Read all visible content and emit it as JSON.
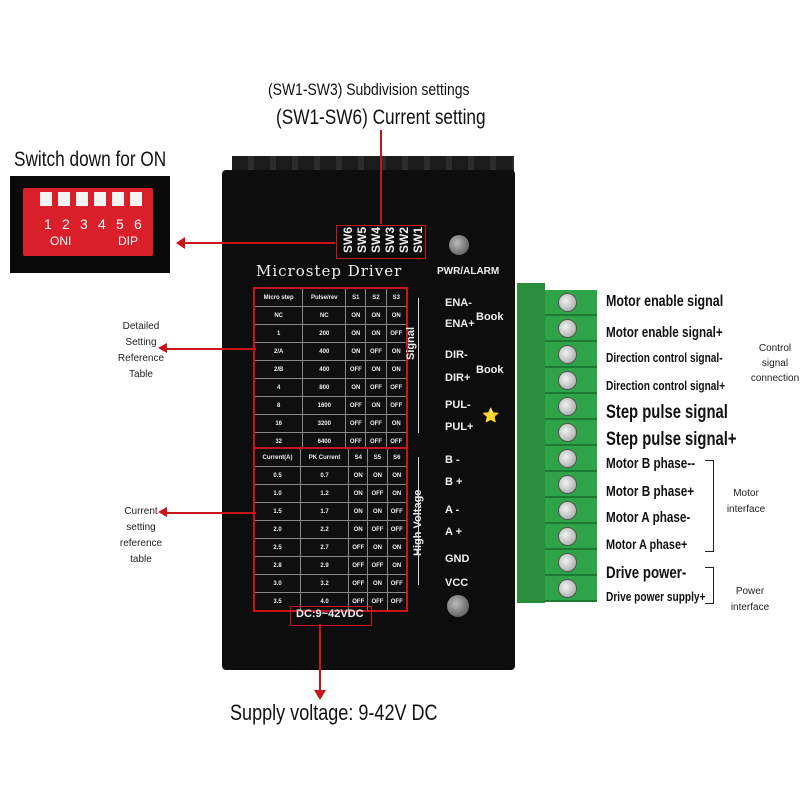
{
  "captions": {
    "subdivision": "(SW1-SW3) Subdivision settings",
    "current_setting": "(SW1-SW6) Current setting",
    "switch_down": "Switch down for ON",
    "supply_voltage": "Supply voltage: 9-42V DC"
  },
  "left_notes": {
    "detailed": [
      "Detailed",
      "Setting",
      "Reference",
      "Table"
    ],
    "current": [
      "Current",
      "setting",
      "reference",
      "table"
    ]
  },
  "dip_switch": {
    "numbers": [
      "1",
      "2",
      "3",
      "4",
      "5",
      "6"
    ],
    "on_label": "ONI",
    "dip_label": "DIP"
  },
  "device": {
    "title": "Microstep Driver",
    "pwr_alarm": "PWR/ALARM",
    "sw_labels": [
      "SW6",
      "SW5",
      "SW4",
      "SW3",
      "SW2",
      "SW1"
    ],
    "dc_label": "DC:9~42VDC",
    "signal_label": "Signal",
    "high_voltage_label": "High Voltage",
    "book1": "Book",
    "book2": "Book",
    "pin_labels": [
      "ENA-",
      "ENA+",
      "DIR-",
      "DIR+",
      "PUL-",
      "PUL+",
      "B -",
      "B +",
      "A -",
      "A +",
      "GND",
      "VCC"
    ],
    "micro_table": {
      "header": [
        "Micro step",
        "Pulse/rev",
        "S1",
        "S2",
        "S3"
      ],
      "rows": [
        [
          "NC",
          "NC",
          "ON",
          "ON",
          "ON"
        ],
        [
          "1",
          "200",
          "ON",
          "ON",
          "OFF"
        ],
        [
          "2/A",
          "400",
          "ON",
          "OFF",
          "ON"
        ],
        [
          "2/B",
          "400",
          "OFF",
          "ON",
          "ON"
        ],
        [
          "4",
          "800",
          "ON",
          "OFF",
          "OFF"
        ],
        [
          "8",
          "1600",
          "OFF",
          "ON",
          "OFF"
        ],
        [
          "16",
          "3200",
          "OFF",
          "OFF",
          "ON"
        ],
        [
          "32",
          "6400",
          "OFF",
          "OFF",
          "OFF"
        ]
      ]
    },
    "current_table": {
      "header": [
        "Current(A)",
        "PK Current",
        "S4",
        "S5",
        "S6"
      ],
      "rows": [
        [
          "0.5",
          "0.7",
          "ON",
          "ON",
          "ON"
        ],
        [
          "1.0",
          "1.2",
          "ON",
          "OFF",
          "ON"
        ],
        [
          "1.5",
          "1.7",
          "ON",
          "ON",
          "OFF"
        ],
        [
          "2.0",
          "2.2",
          "ON",
          "OFF",
          "OFF"
        ],
        [
          "2.5",
          "2.7",
          "OFF",
          "ON",
          "ON"
        ],
        [
          "2.8",
          "2.9",
          "OFF",
          "OFF",
          "ON"
        ],
        [
          "3.0",
          "3.2",
          "OFF",
          "ON",
          "OFF"
        ],
        [
          "3.5",
          "4.0",
          "OFF",
          "OFF",
          "OFF"
        ]
      ]
    }
  },
  "terminal_labels": [
    "Motor enable signal",
    "Motor enable signal+",
    "Direction control signal-",
    "Direction control signal+",
    "Step pulse signal",
    "Step pulse signal+",
    "Motor B phase--",
    "Motor B phase+",
    "Motor A phase-",
    "Motor A phase+",
    "Drive power-",
    "Drive power supply+"
  ],
  "group_labels": {
    "control": [
      "Control",
      "signal",
      "connection"
    ],
    "motor": [
      "Motor",
      "interface"
    ],
    "power": [
      "Power",
      "interface"
    ]
  },
  "colors": {
    "accent_red": "#c8151b",
    "terminal_green": "#2ea347",
    "device_black": "#0d0d0d"
  }
}
